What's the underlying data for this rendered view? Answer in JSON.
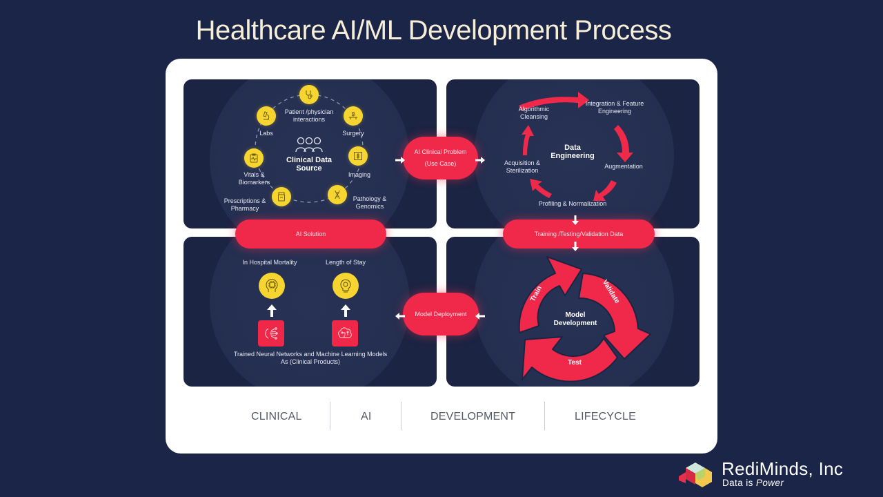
{
  "title": "Healthcare AI/ML Development Process",
  "clinical_data_source": {
    "center_label_line1": "Clinical Data",
    "center_label_line2": "Source",
    "center_icon": "people-group-icon",
    "nodes": [
      {
        "label_lines": [
          "Patient /physician",
          "interactions"
        ],
        "icon": "stethoscope-icon"
      },
      {
        "label_lines": [
          "Labs"
        ],
        "icon": "microscope-icon"
      },
      {
        "label_lines": [
          "Surgery"
        ],
        "icon": "surgery-bed-icon"
      },
      {
        "label_lines": [
          "Vitals &",
          "Biomarkers"
        ],
        "icon": "clipboard-pulse-icon"
      },
      {
        "label_lines": [
          "Imaging"
        ],
        "icon": "xray-icon"
      },
      {
        "label_lines": [
          "Prescriptions &",
          "Pharmacy"
        ],
        "icon": "pill-bottle-icon"
      },
      {
        "label_lines": [
          "Pathology &",
          "Genomics"
        ],
        "icon": "dna-icon"
      }
    ]
  },
  "data_engineering": {
    "center_label_line1": "Data",
    "center_label_line2": "Engineering",
    "steps": [
      {
        "label_lines": [
          "Algorithmic",
          "Cleansing"
        ]
      },
      {
        "label_lines": [
          "Integration & Feature",
          "Engineering"
        ]
      },
      {
        "label_lines": [
          "Augmentation"
        ]
      },
      {
        "label_lines": [
          "Profiling & Normalization"
        ]
      },
      {
        "label_lines": [
          "Acquisition &",
          "Sterilization"
        ]
      }
    ]
  },
  "ai_solution": {
    "outcomes": [
      {
        "label": "In Hospital Mortality",
        "icon": "ai-head-chip-icon",
        "model_icon": "neural-network-icon"
      },
      {
        "label": "Length of Stay",
        "icon": "lightbulb-gear-icon",
        "model_icon": "brain-circuit-icon"
      }
    ],
    "caption_line1": "Trained Neural Networks and Machine Learning Models",
    "caption_line2": "As (Clinical Products)"
  },
  "model_development": {
    "center_label_line1": "Model",
    "center_label_line2": "Development",
    "stages": [
      "Train",
      "Validate",
      "Test"
    ]
  },
  "connectors": {
    "ai_clinical_problem_line1": "AI Clinical Problem",
    "ai_clinical_problem_line2": "(Use Case)",
    "training_data": "Training /Testing/Validation Data",
    "model_deployment": "Model Deployment",
    "ai_solution": "AI Solution"
  },
  "bottom_bar": [
    "CLINICAL",
    "AI",
    "DEVELOPMENT",
    "LIFECYCLE"
  ],
  "brand": {
    "name": "RediMinds, Inc",
    "tagline_prefix": "Data is ",
    "tagline_emphasis": "Power"
  },
  "colors": {
    "background": "#1b2548",
    "panel": "#1b2443",
    "accent_red": "#f0294b",
    "accent_yellow": "#f7d531",
    "title_text": "#f6eed6"
  }
}
